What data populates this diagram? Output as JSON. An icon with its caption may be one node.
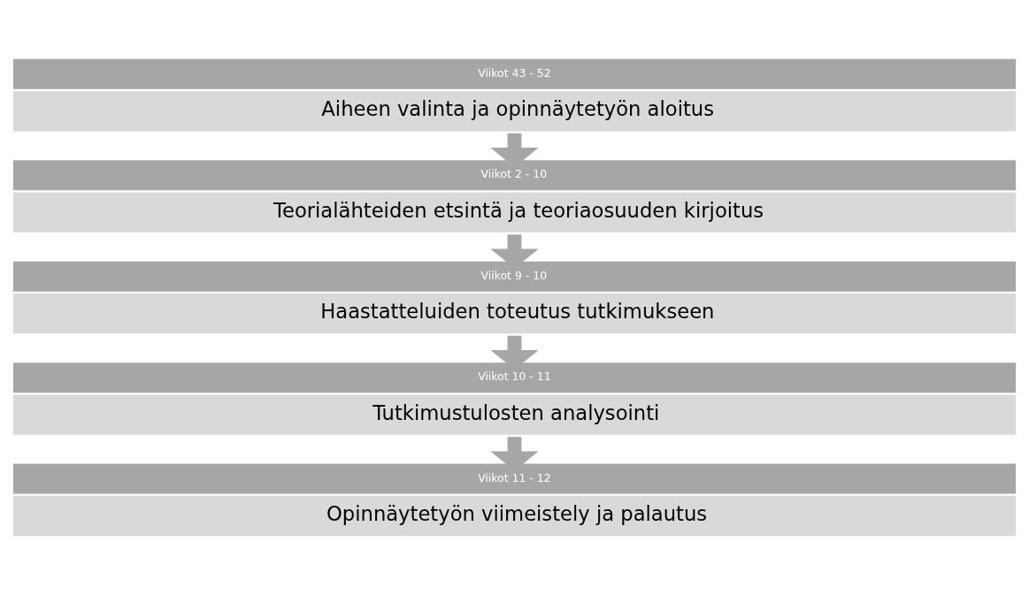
{
  "diagram": {
    "nodes": [
      {
        "text": [
          "Viikot 43 - 52",
          "Aiheen valinta ja opinnäytetyön aloitus"
        ]
      },
      {
        "text": [
          "Viikot 2 - 10",
          "Teorialähteiden etsintä ja teoriaosuuden kirjoitus"
        ]
      },
      {
        "text": [
          "Viikot 9 - 10",
          "Haastatteluiden toteutus tutkimukseen"
        ]
      },
      {
        "text": [
          "Viikot 10 - 11",
          "Tutkimustulosten analysointi"
        ]
      },
      {
        "text": [
          "Viikot 11 - 12",
          "Opinnäytetyön viimeistely ja palautus"
        ]
      }
    ],
    "edges": [
      {
        "from": 0,
        "to": 1,
        "arrow": "to"
      },
      {
        "from": 1,
        "to": 2,
        "arrow": "to"
      },
      {
        "from": 2,
        "to": 3,
        "arrow": "to"
      },
      {
        "from": 3,
        "to": 4,
        "arrow": "to"
      }
    ]
  }
}
